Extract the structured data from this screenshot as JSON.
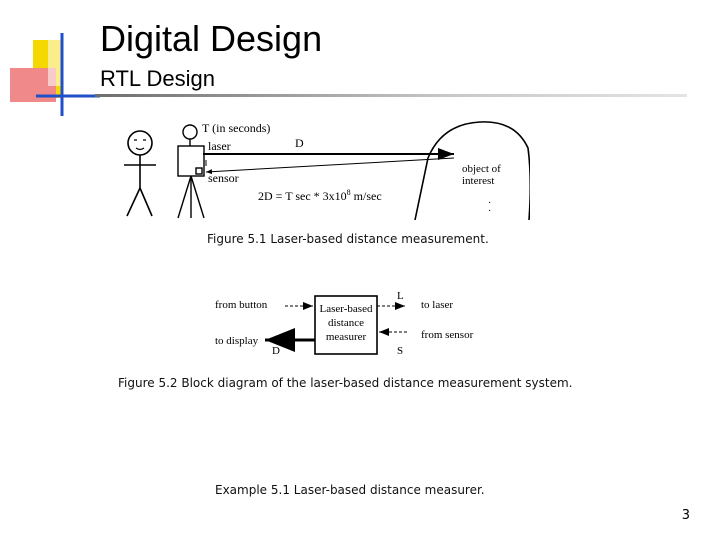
{
  "slide": {
    "title": "Digital Design",
    "subtitle": "RTL Design",
    "page_number": "3"
  },
  "figure1": {
    "caption": "Figure 5.1 Laser-based distance measurement.",
    "labels": {
      "t_label": "T (in seconds)",
      "laser": "laser",
      "d": "D",
      "sensor": "sensor",
      "formula_main": "2D = T sec * 3x10",
      "formula_exp": "8",
      "formula_unit": " m/sec",
      "object_line1": "object of",
      "object_line2": "interest"
    }
  },
  "figure2": {
    "caption": "Figure 5.2 Block diagram of the laser-based distance measurement system.",
    "labels": {
      "from_button": "from button",
      "to_display": "to display",
      "d": "D",
      "l": "L",
      "s": "S",
      "to_laser": "to laser",
      "from_sensor": "from sensor",
      "block_line1": "Laser-based",
      "block_line2": "distance",
      "block_line3": "measurer"
    }
  },
  "example": {
    "caption": "Example 5.1 Laser-based distance measurer."
  },
  "colors": {
    "accent_yellow": "#f5d800",
    "accent_red": "#e8322e",
    "accent_blue": "#1f4fc9",
    "rule_gray": "#b9b9b9"
  }
}
